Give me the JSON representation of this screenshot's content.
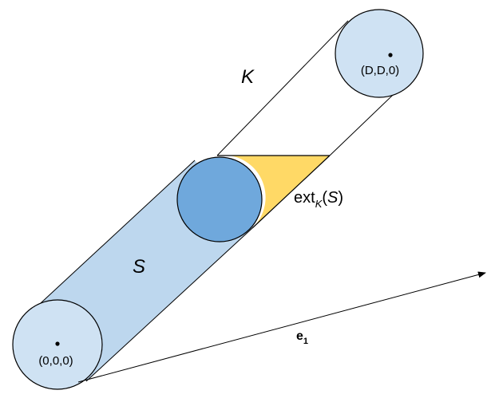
{
  "labels": {
    "origin": "(0,0,0)",
    "far_point": "(D,D,0)",
    "set_k": "K",
    "set_s": "S",
    "ext_main": "ext",
    "ext_sub": "K",
    "ext_open": "(",
    "ext_arg": "S",
    "ext_close": ")",
    "vector_main": "e",
    "vector_sub": "1"
  },
  "colors": {
    "light_blue": "#cfe2f3",
    "cylinder_blue": "#bdd7ee",
    "ball_blue": "#6fa8dc",
    "extension_yellow": "#ffd966",
    "stroke": "#000000"
  }
}
